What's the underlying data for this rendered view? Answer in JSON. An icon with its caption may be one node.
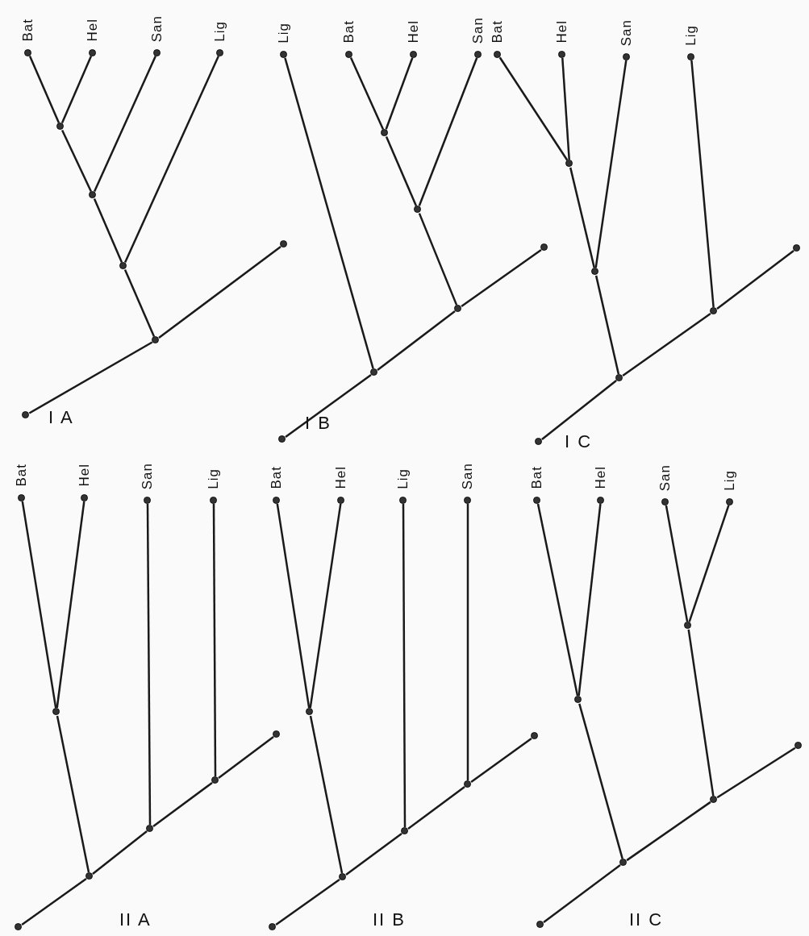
{
  "diagram": {
    "nodes": [
      {
        "text": [
          "Bat"
        ]
      },
      {
        "text": [
          "Hel"
        ]
      },
      {
        "text": [
          "San"
        ]
      },
      {
        "text": [
          "Lig"
        ]
      },
      {
        "text": [],
        "shape": "circle"
      },
      {
        "text": [],
        "shape": "circle"
      },
      {
        "text": [],
        "shape": "circle"
      },
      {
        "text": [],
        "shape": "circle"
      },
      {
        "text": [],
        "shape": "circle"
      },
      {
        "text": [],
        "shape": "circle"
      },
      {
        "text": [
          "Lig"
        ]
      },
      {
        "text": [
          "Bat"
        ]
      },
      {
        "text": [
          "Hel"
        ]
      },
      {
        "text": [
          "San"
        ]
      },
      {
        "text": [],
        "shape": "circle"
      },
      {
        "text": [],
        "shape": "circle"
      },
      {
        "text": [],
        "shape": "circle"
      },
      {
        "text": [],
        "shape": "circle"
      },
      {
        "text": [],
        "shape": "circle"
      },
      {
        "text": [],
        "shape": "circle"
      },
      {
        "text": [
          "Bat"
        ]
      },
      {
        "text": [
          "Hel"
        ]
      },
      {
        "text": [
          "San"
        ]
      },
      {
        "text": [
          "Lig"
        ]
      },
      {
        "text": [],
        "shape": "circle"
      },
      {
        "text": [],
        "shape": "circle"
      },
      {
        "text": [],
        "shape": "circle"
      },
      {
        "text": [],
        "shape": "circle"
      },
      {
        "text": [],
        "shape": "circle"
      },
      {
        "text": [],
        "shape": "circle"
      },
      {
        "text": [
          "Bat"
        ]
      },
      {
        "text": [
          "Hel"
        ]
      },
      {
        "text": [
          "San"
        ]
      },
      {
        "text": [
          "Lig"
        ]
      },
      {
        "text": [],
        "shape": "circle"
      },
      {
        "text": [],
        "shape": "circle"
      },
      {
        "text": [],
        "shape": "circle"
      },
      {
        "text": [],
        "shape": "circle"
      },
      {
        "text": [],
        "shape": "circle"
      },
      {
        "text": [],
        "shape": "circle"
      },
      {
        "text": [
          "Bat"
        ]
      },
      {
        "text": [
          "Hel"
        ]
      },
      {
        "text": [
          "Lig"
        ]
      },
      {
        "text": [
          "San"
        ]
      },
      {
        "text": [],
        "shape": "circle"
      },
      {
        "text": [],
        "shape": "circle"
      },
      {
        "text": [],
        "shape": "circle"
      },
      {
        "text": [],
        "shape": "circle"
      },
      {
        "text": [],
        "shape": "circle"
      },
      {
        "text": [],
        "shape": "circle"
      },
      {
        "text": [
          "Bat"
        ]
      },
      {
        "text": [
          "Hel"
        ]
      },
      {
        "text": [
          "San"
        ]
      },
      {
        "text": [
          "Lig"
        ]
      },
      {
        "text": [],
        "shape": "circle"
      },
      {
        "text": [],
        "shape": "circle"
      },
      {
        "text": [],
        "shape": "circle"
      },
      {
        "text": [],
        "shape": "circle"
      },
      {
        "text": [],
        "shape": "circle"
      },
      {
        "text": [],
        "shape": "circle"
      }
    ],
    "edges": [
      {
        "from": 0,
        "to": 4,
        "arrow": "none"
      },
      {
        "from": 1,
        "to": 4,
        "arrow": "none"
      },
      {
        "from": 4,
        "to": 5,
        "arrow": "none"
      },
      {
        "from": 2,
        "to": 5,
        "arrow": "none"
      },
      {
        "from": 5,
        "to": 6,
        "arrow": "none"
      },
      {
        "from": 3,
        "to": 6,
        "arrow": "none"
      },
      {
        "from": 6,
        "to": 7,
        "arrow": "none"
      },
      {
        "from": 8,
        "to": 7,
        "arrow": "none"
      },
      {
        "from": 7,
        "to": 9,
        "arrow": "none"
      },
      {
        "from": 11,
        "to": 14,
        "arrow": "none"
      },
      {
        "from": 12,
        "to": 14,
        "arrow": "none"
      },
      {
        "from": 14,
        "to": 15,
        "arrow": "none"
      },
      {
        "from": 13,
        "to": 15,
        "arrow": "none"
      },
      {
        "from": 15,
        "to": 16,
        "arrow": "none"
      },
      {
        "from": 10,
        "to": 17,
        "arrow": "none"
      },
      {
        "from": 18,
        "to": 17,
        "arrow": "none"
      },
      {
        "from": 17,
        "to": 16,
        "arrow": "none"
      },
      {
        "from": 16,
        "to": 19,
        "arrow": "none"
      },
      {
        "from": 20,
        "to": 24,
        "arrow": "none"
      },
      {
        "from": 21,
        "to": 24,
        "arrow": "none"
      },
      {
        "from": 24,
        "to": 25,
        "arrow": "none"
      },
      {
        "from": 22,
        "to": 25,
        "arrow": "none"
      },
      {
        "from": 25,
        "to": 27,
        "arrow": "none"
      },
      {
        "from": 23,
        "to": 26,
        "arrow": "none"
      },
      {
        "from": 28,
        "to": 27,
        "arrow": "none"
      },
      {
        "from": 27,
        "to": 26,
        "arrow": "none"
      },
      {
        "from": 26,
        "to": 29,
        "arrow": "none"
      },
      {
        "from": 30,
        "to": 34,
        "arrow": "none"
      },
      {
        "from": 31,
        "to": 34,
        "arrow": "none"
      },
      {
        "from": 34,
        "to": 37,
        "arrow": "none"
      },
      {
        "from": 32,
        "to": 36,
        "arrow": "none"
      },
      {
        "from": 33,
        "to": 35,
        "arrow": "none"
      },
      {
        "from": 38,
        "to": 37,
        "arrow": "none"
      },
      {
        "from": 37,
        "to": 36,
        "arrow": "none"
      },
      {
        "from": 36,
        "to": 35,
        "arrow": "none"
      },
      {
        "from": 35,
        "to": 39,
        "arrow": "none"
      },
      {
        "from": 40,
        "to": 44,
        "arrow": "none"
      },
      {
        "from": 41,
        "to": 44,
        "arrow": "none"
      },
      {
        "from": 44,
        "to": 47,
        "arrow": "none"
      },
      {
        "from": 42,
        "to": 46,
        "arrow": "none"
      },
      {
        "from": 43,
        "to": 45,
        "arrow": "none"
      },
      {
        "from": 48,
        "to": 47,
        "arrow": "none"
      },
      {
        "from": 47,
        "to": 46,
        "arrow": "none"
      },
      {
        "from": 46,
        "to": 45,
        "arrow": "none"
      },
      {
        "from": 45,
        "to": 49,
        "arrow": "none"
      },
      {
        "from": 50,
        "to": 55,
        "arrow": "none"
      },
      {
        "from": 51,
        "to": 55,
        "arrow": "none"
      },
      {
        "from": 52,
        "to": 54,
        "arrow": "none"
      },
      {
        "from": 53,
        "to": 54,
        "arrow": "none"
      },
      {
        "from": 55,
        "to": 57,
        "arrow": "none"
      },
      {
        "from": 54,
        "to": 56,
        "arrow": "none"
      },
      {
        "from": 58,
        "to": 57,
        "arrow": "none"
      },
      {
        "from": 57,
        "to": 56,
        "arrow": "none"
      },
      {
        "from": 56,
        "to": 59,
        "arrow": "none"
      }
    ],
    "labels": [
      "I A",
      "I B",
      "I C",
      "II A",
      "II B",
      "II C"
    ]
  }
}
